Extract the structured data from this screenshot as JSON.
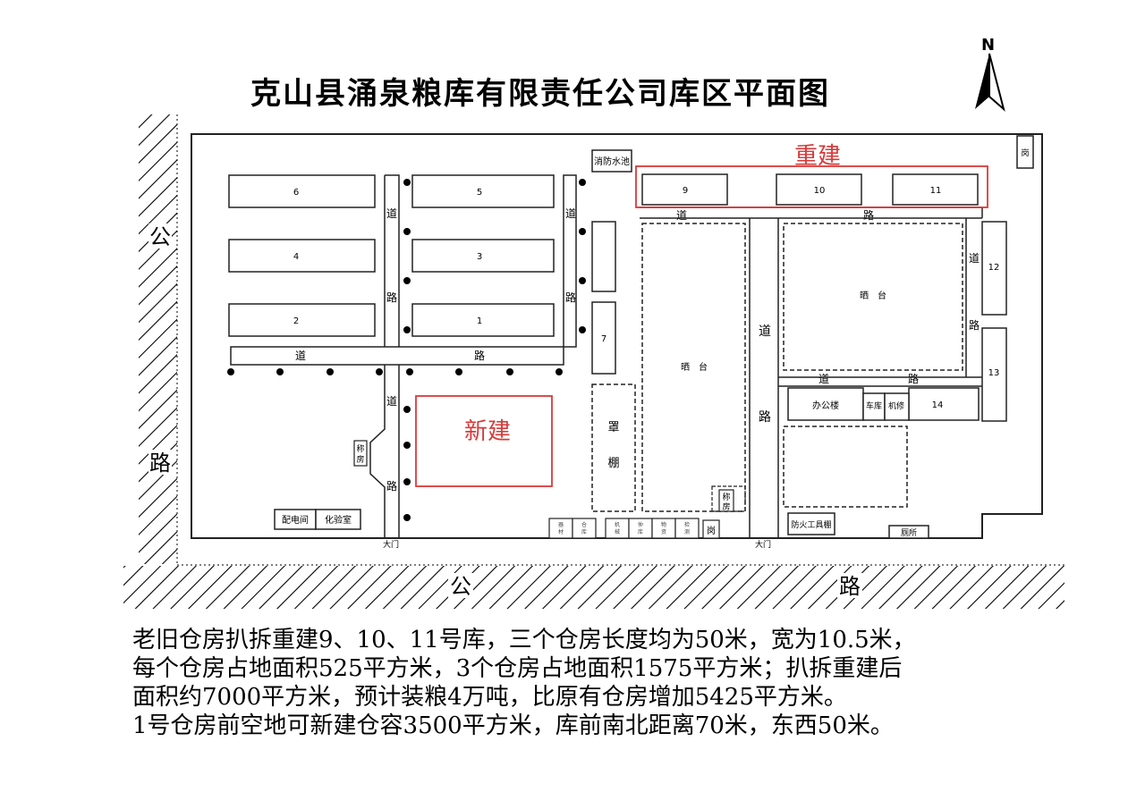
{
  "title": "克山县涌泉粮库有限责任公司库区平面图",
  "north_label": "N",
  "colors": {
    "highlight": "#d83a3a",
    "line": "#222222"
  },
  "road_labels": {
    "west_1": "公",
    "west_2": "路",
    "south_1": "公",
    "south_2": "路"
  },
  "road_chars": {
    "dao": "道",
    "lu": "路"
  },
  "warehouses": {
    "w6": "6",
    "w5": "5",
    "w4": "4",
    "w3": "3",
    "w2": "2",
    "w1": "1",
    "w7": "7",
    "w9": "9",
    "w10": "10",
    "w11": "11",
    "w12": "12",
    "w13": "13",
    "w14": "14"
  },
  "buildings": {
    "fire_pool": "消防水池",
    "rebuild": "重建",
    "new_build": "新建",
    "drying_yard_1": "晒　台",
    "drying_yard_2": "晒　台",
    "canopy_1": "罩",
    "canopy_2": "棚",
    "scale_room_1": "称",
    "scale_room_2": "房",
    "scale_room_b1": "称",
    "scale_room_b2": "房",
    "power_room": "配电间",
    "lab": "化验室",
    "office": "办公楼",
    "garage": "车库",
    "repair": "机修",
    "fire_tools": "防火工具棚",
    "toilet": "厕所",
    "gate_1": "大门",
    "gate_2": "大门",
    "guard": "岗",
    "guard_ne": "岗"
  },
  "small_rooms": [
    [
      "器",
      "材"
    ],
    [
      "仓",
      "库"
    ],
    [
      "机",
      "械"
    ],
    [
      "仲",
      "库"
    ],
    [
      "物",
      "资"
    ],
    [
      "检",
      "测"
    ]
  ],
  "description": [
    "老旧仓房扒拆重建9、10、11号库，三个仓房长度均为50米，宽为10.5米，",
    "每个仓房占地面积525平方米，3个仓房占地面积1575平方米；扒拆重建后",
    "面积约7000平方米，预计装粮4万吨，比原有仓房增加5425平方米。",
    "1号仓房前空地可新建仓容3500平方米，库前南北距离70米，东西50米。"
  ]
}
